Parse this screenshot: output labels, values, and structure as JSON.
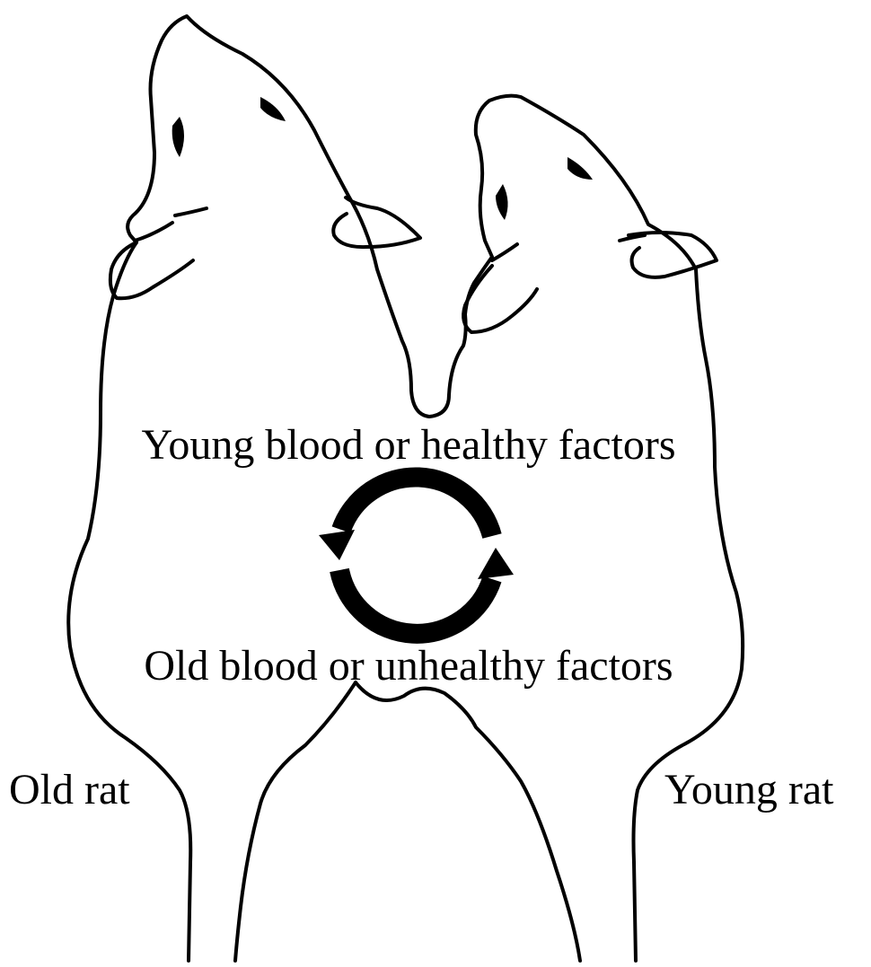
{
  "labels": {
    "exchange_top": "Young blood or healthy factors",
    "exchange_bottom": "Old blood or unhealthy factors",
    "left_animal": "Old rat",
    "right_animal": "Young rat"
  },
  "colors": {
    "outline": "#000000",
    "background": "#ffffff",
    "arrow": "#000000"
  },
  "icons": {
    "cycle": "circular-exchange-arrows-icon"
  }
}
